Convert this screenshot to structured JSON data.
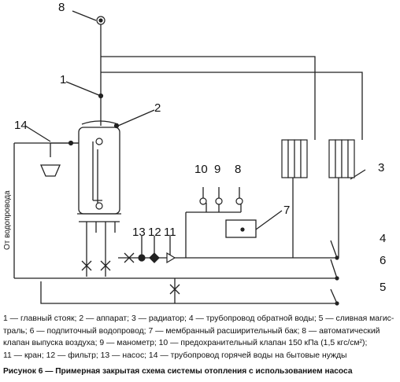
{
  "labels": {
    "n1": "1",
    "n2": "2",
    "n3": "3",
    "n4": "4",
    "n5": "5",
    "n6": "6",
    "n7": "7",
    "n8_top": "8",
    "n8": "8",
    "n9": "9",
    "n10": "10",
    "n11": "11",
    "n12": "12",
    "n13": "13",
    "n14": "14"
  },
  "side_text": "От водопровода",
  "legend": [
    "1 — главный стояк; 2 — аппарат; 3 — радиатор; 4 — трубопровод обратной воды; 5 — сливная магис-",
    "траль; 6 — подпиточный водопровод; 7 — мембранный расширительный бак; 8 — автоматический",
    "клапан выпуска воздуха; 9 — манометр; 10 — предохранительный клапан 150 кПа (1,5 кгс/см²);",
    "11 — кран; 12 — фильтр; 13 — насос; 14 — трубопровод  горячей воды на бытовые нужды"
  ],
  "caption": "Рисунок 6 — Примерная закрытая схема системы отопления с использованием насоса"
}
